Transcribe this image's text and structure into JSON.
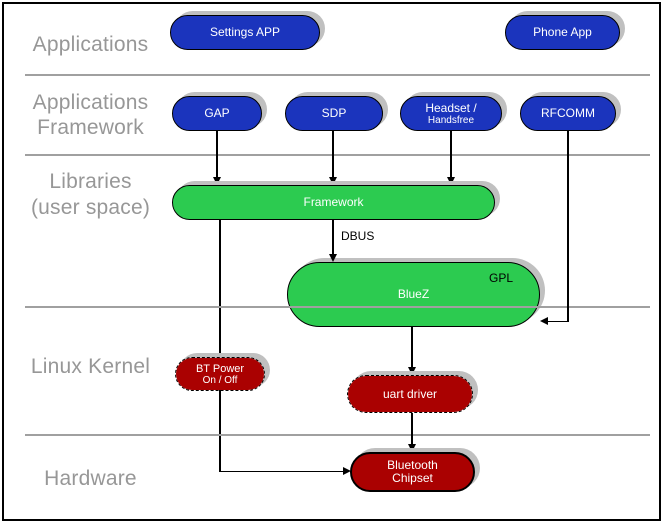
{
  "diagram": {
    "layers": [
      {
        "id": "applications",
        "lines": [
          "Applications"
        ]
      },
      {
        "id": "applications-framework",
        "lines": [
          "Applications",
          "Framework"
        ]
      },
      {
        "id": "libraries-user-space",
        "lines": [
          "Libraries",
          "(user space)"
        ]
      },
      {
        "id": "linux-kernel",
        "lines": [
          "Linux Kernel"
        ]
      },
      {
        "id": "hardware",
        "lines": [
          "Hardware"
        ]
      }
    ],
    "nodes": {
      "settings_app": {
        "label": "Settings APP"
      },
      "phone_app": {
        "label": "Phone App"
      },
      "gap": {
        "label": "GAP"
      },
      "sdp": {
        "label": "SDP"
      },
      "headset": {
        "lines": [
          "Headset /",
          "Handsfree"
        ]
      },
      "rfcomm": {
        "label": "RFCOMM"
      },
      "framework": {
        "label": "Framework"
      },
      "bluez": {
        "label": "BlueZ",
        "badge": "GPL"
      },
      "bt_power": {
        "lines": [
          "BT Power",
          "On / Off"
        ]
      },
      "uart_driver": {
        "label": "uart driver"
      },
      "bt_chipset": {
        "lines": [
          "Bluetooth",
          "Chipset"
        ]
      }
    },
    "edges": {
      "dbus_label": "DBUS"
    },
    "colors": {
      "app_blue": "#1b34bd",
      "lib_green": "#2ccb50",
      "kernel_red": "#aa0101",
      "shadow_gray": "#c0c0c0",
      "divider_gray": "#a0a0a0",
      "label_gray": "#979797",
      "line_black": "#000000"
    }
  }
}
